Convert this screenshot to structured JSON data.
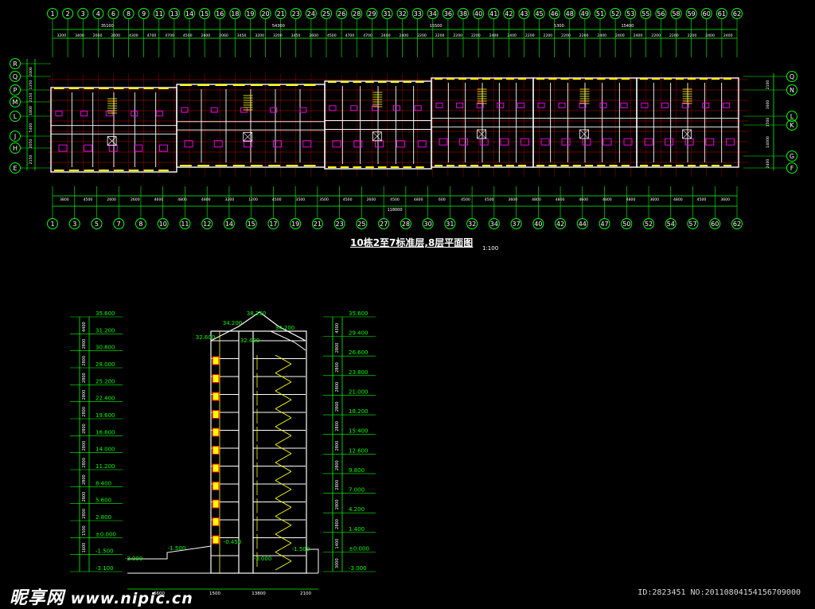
{
  "drawing": {
    "title": "10栋2至7标准层,8层平面图",
    "scale": "1:100",
    "top_axes": [
      "1",
      "2",
      "3",
      "4",
      "6",
      "8",
      "9",
      "11",
      "13",
      "14",
      "15",
      "16",
      "18",
      "19",
      "20",
      "21",
      "23",
      "24",
      "25",
      "26",
      "28",
      "29",
      "31",
      "32",
      "33",
      "34",
      "36",
      "38",
      "40",
      "41",
      "42",
      "43",
      "45",
      "46",
      "48",
      "49",
      "51",
      "52",
      "53",
      "55",
      "56",
      "58",
      "59",
      "60",
      "61",
      "62"
    ],
    "bottom_axes": [
      "1",
      "3",
      "5",
      "7",
      "8",
      "10",
      "11",
      "12",
      "14",
      "15",
      "17",
      "19",
      "21",
      "23",
      "25",
      "27",
      "28",
      "30",
      "31",
      "32",
      "34",
      "37",
      "40",
      "42",
      "44",
      "47",
      "50",
      "52",
      "54",
      "57",
      "60",
      "62"
    ],
    "left_axes": [
      "R",
      "Q",
      "P",
      "M",
      "L",
      "J",
      "H",
      "E"
    ],
    "right_axes": [
      "Q",
      "N",
      "L",
      "K",
      "G",
      "F"
    ],
    "top_dims": [
      "3200",
      "3400",
      "2060",
      "2600",
      "4300",
      "4700",
      "4700",
      "4500",
      "2600",
      "2060",
      "3450",
      "3200",
      "3200",
      "3450",
      "2600",
      "4500",
      "4700",
      "4700",
      "2400",
      "2400",
      "2200",
      "2200",
      "2200",
      "2200",
      "2400",
      "2400",
      "2200",
      "2200",
      "2200",
      "2200",
      "2400",
      "2400",
      "2400",
      "2200",
      "2200",
      "2200",
      "2400",
      "2400"
    ],
    "top_totals": [
      "35100",
      "54300",
      "15500",
      "5300",
      "15400"
    ],
    "bottom_dims": [
      "3800",
      "4500",
      "2600",
      "2600",
      "4600",
      "4800",
      "4800",
      "3200",
      "1200",
      "4500",
      "3500",
      "3500",
      "4500",
      "2600",
      "4500",
      "4800",
      "600",
      "4500",
      "4500",
      "3600",
      "4800",
      "4800",
      "4600",
      "4800",
      "4800",
      "3600",
      "4800",
      "4500",
      "3600"
    ],
    "bottom_total": "118000",
    "left_dims": [
      "2400",
      "1350",
      "2150",
      "1800",
      "5400",
      "2050",
      "2150"
    ],
    "right_dims": [
      "2100",
      "3600",
      "1500",
      "14000",
      "2400"
    ],
    "section": {
      "top_elev": "38.250",
      "roof_left": "34.200",
      "roof_right": "34.200",
      "parapet_left": "32.600",
      "parapet_mid": "32.400",
      "step_left": "-1.500",
      "step_mid": "-0.450",
      "ground_left": "-3.000",
      "ground_right": "-1.500",
      "ground_low": "-3.000",
      "bottom_dims": [
        "6600",
        "1500",
        "13800",
        "2100"
      ]
    },
    "left_levels": [
      "35.600",
      "31.200",
      "30.800",
      "28.000",
      "25.200",
      "22.400",
      "19.600",
      "16.800",
      "14.000",
      "11.200",
      "8.400",
      "5.600",
      "2.800",
      "±0.000",
      "-1.500",
      "-3.100"
    ],
    "left_level_dims": [
      "4400",
      "2800",
      "2800",
      "2800",
      "2800",
      "2800",
      "2800",
      "2800",
      "2800",
      "2800",
      "2800",
      "2800",
      "1500",
      "1600"
    ],
    "right_levels": [
      "35.600",
      "29.400",
      "26.600",
      "23.800",
      "21.000",
      "18.200",
      "15.400",
      "12.600",
      "9.800",
      "7.000",
      "4.200",
      "1.400",
      "±0.000",
      "-3.000"
    ],
    "right_level_dims": [
      "4300",
      "2800",
      "2800",
      "2800",
      "2800",
      "2800",
      "2800",
      "2800",
      "2800",
      "2800",
      "2800",
      "1400",
      "3000"
    ]
  },
  "watermark": {
    "logo": "昵享网",
    "site": "www.nipic.cn",
    "meta": "ID:2823451 NO:20110804154156709000"
  },
  "colors": {
    "background": "#000000",
    "axis": "#00ff00",
    "wall": "#ffffff",
    "grid": "#ff0000",
    "window": "#ffff00",
    "furniture": "#ff00ff",
    "stair": "#ffff00"
  }
}
